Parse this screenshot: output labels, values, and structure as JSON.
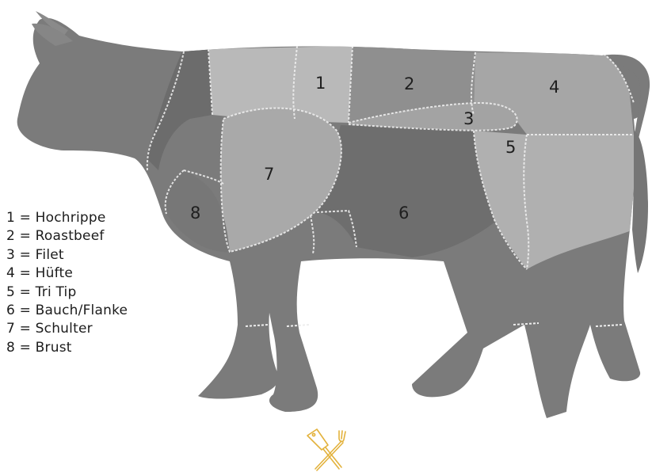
{
  "cuts": [
    {
      "num": "1",
      "name": "Hochrippe"
    },
    {
      "num": "2",
      "name": "Roastbeef"
    },
    {
      "num": "3",
      "name": "Filet"
    },
    {
      "num": "4",
      "name": "Hüfte"
    },
    {
      "num": "5",
      "name": "Tri Tip"
    },
    {
      "num": "6",
      "name": "Bauch/Flanke"
    },
    {
      "num": "7",
      "name": "Schulter"
    },
    {
      "num": "8",
      "name": "Brust"
    }
  ],
  "legend": [
    "1 = Hochrippe",
    "2 = Roastbeef",
    "3 = Filet",
    "4 = Hüfte",
    "5 = Tri Tip",
    "6 = Bauch/Flanke",
    "7 = Schulter",
    "8 = Brust"
  ],
  "colors": {
    "background": "#ffffff",
    "body": "#7b7b7b",
    "hochrippe": "#bdbdbd",
    "roastbeef": "#8f8f8f",
    "filet": "#a3a3a3",
    "huefte": "#a6a6a6",
    "tritip": "#b0b0b0",
    "bauch": "#6e6e6e",
    "schulter": "#a9a9a9",
    "brust": "#777777",
    "seam": "#eeeeee",
    "logo": "#e3b23c"
  },
  "icons": [
    "cleaver-icon",
    "fork-icon"
  ]
}
